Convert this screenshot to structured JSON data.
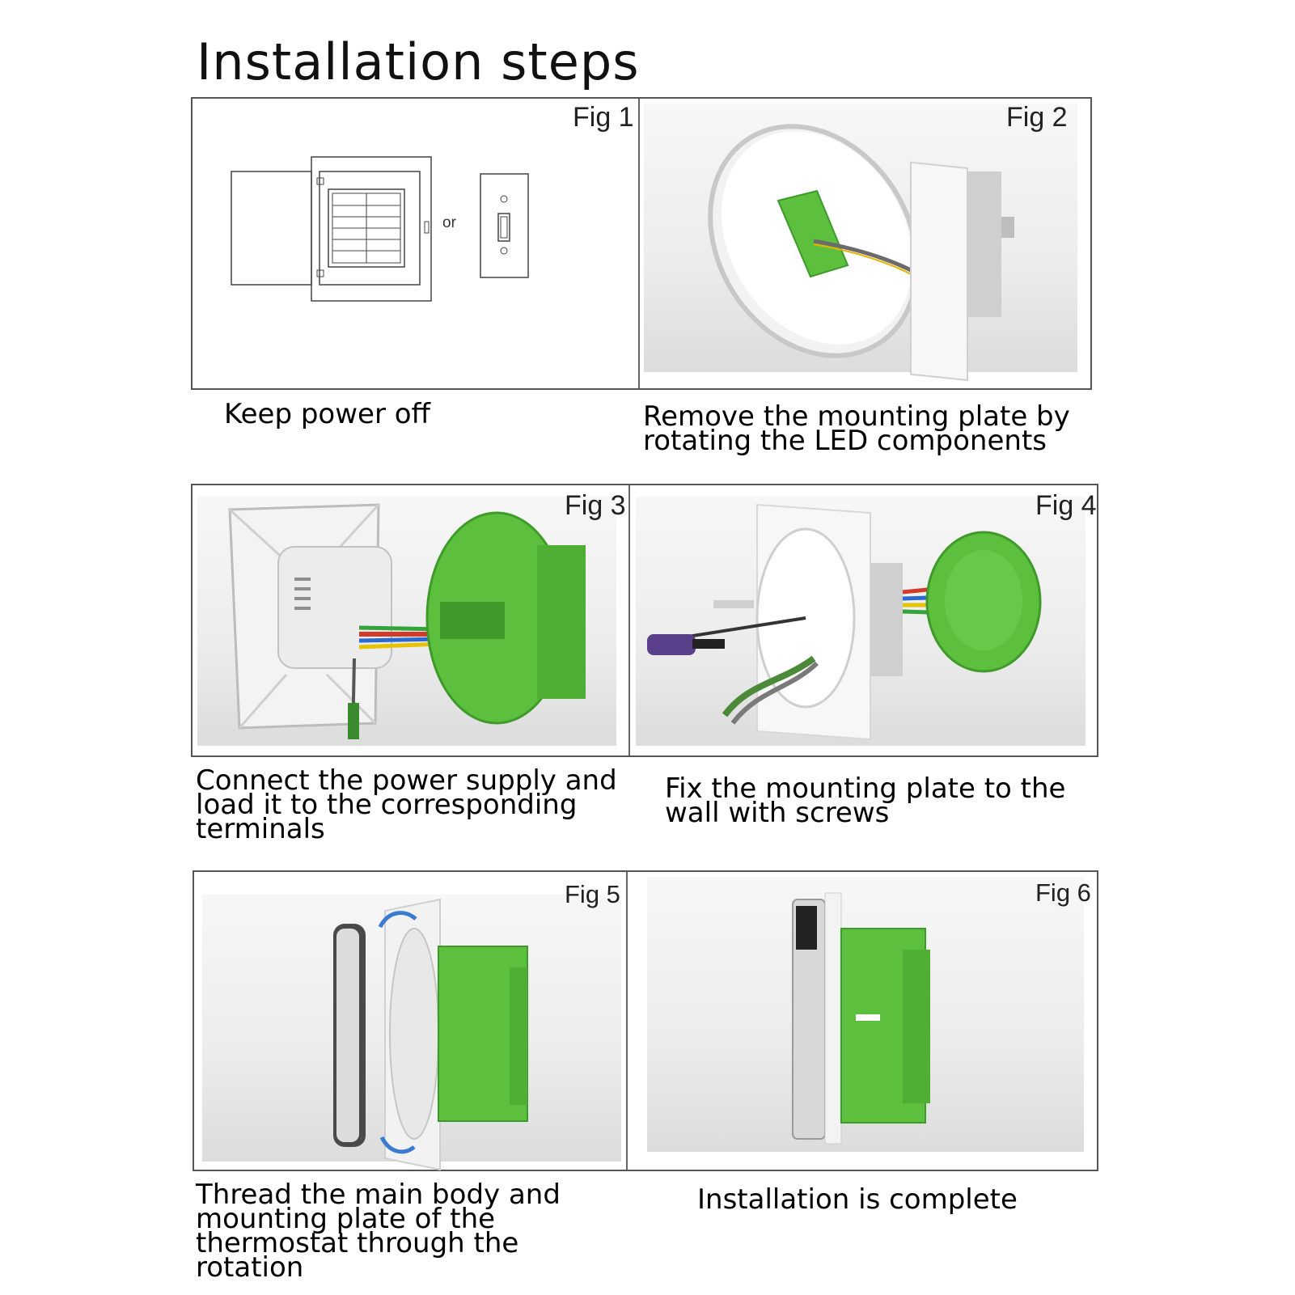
{
  "page": {
    "title": "Installation steps"
  },
  "rows": [
    {
      "left": {
        "fig": "Fig 1",
        "caption": "Keep power off",
        "icon": "breaker-panel-and-switch-illustration",
        "or_label": "or"
      },
      "right": {
        "fig": "Fig 2",
        "caption_lines": [
          "Remove the mounting plate by",
          "rotating the LED components"
        ],
        "icon": "thermostat-separated-photo"
      }
    },
    {
      "left": {
        "fig": "Fig 3",
        "caption_lines": [
          "Connect the power supply and",
          "load it to the corresponding",
          "terminals"
        ],
        "icon": "terminal-wiring-photo"
      },
      "right": {
        "fig": "Fig 4",
        "caption_lines": [
          "Fix the mounting plate to the",
          "wall with screws"
        ],
        "icon": "screw-mounting-photo"
      }
    },
    {
      "left": {
        "fig": "Fig 5",
        "caption_lines": [
          "Thread the main body and",
          "mounting plate of the",
          "thermostat through the",
          "rotation"
        ],
        "icon": "rotate-attach-photo"
      },
      "right": {
        "fig": "Fig 6",
        "caption": "Installation is complete",
        "icon": "installed-thermostat-photo"
      }
    }
  ],
  "colors": {
    "green": "#5cbf3e",
    "green_dark": "#3f9a2a",
    "frame": "#555555"
  }
}
